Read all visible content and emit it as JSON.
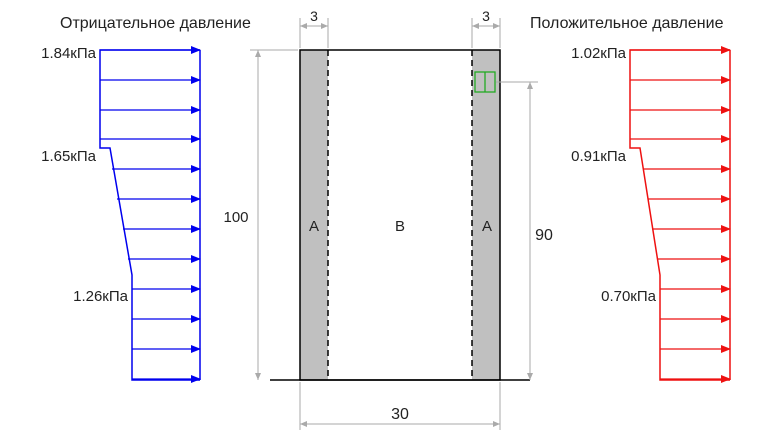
{
  "colors": {
    "negative": "#0000ee",
    "positive": "#ee1111",
    "zone_a": "#c0c0c0",
    "dimension": "#aaaaaa",
    "marker": "#22aa22",
    "outline": "#000000"
  },
  "negative_pressure": {
    "title": "Отрицательное давление",
    "labels": [
      "1.84кПа",
      "1.65кПа",
      "1.26кПа"
    ]
  },
  "positive_pressure": {
    "title": "Положительное давление",
    "labels": [
      "1.02кПа",
      "0.91кПа",
      "0.70кПа"
    ]
  },
  "building": {
    "zone_a_label": "A",
    "zone_b_label": "B",
    "height": "100",
    "width": "30",
    "edge_width_left": "3",
    "edge_width_right": "3",
    "marker_height": "90"
  }
}
